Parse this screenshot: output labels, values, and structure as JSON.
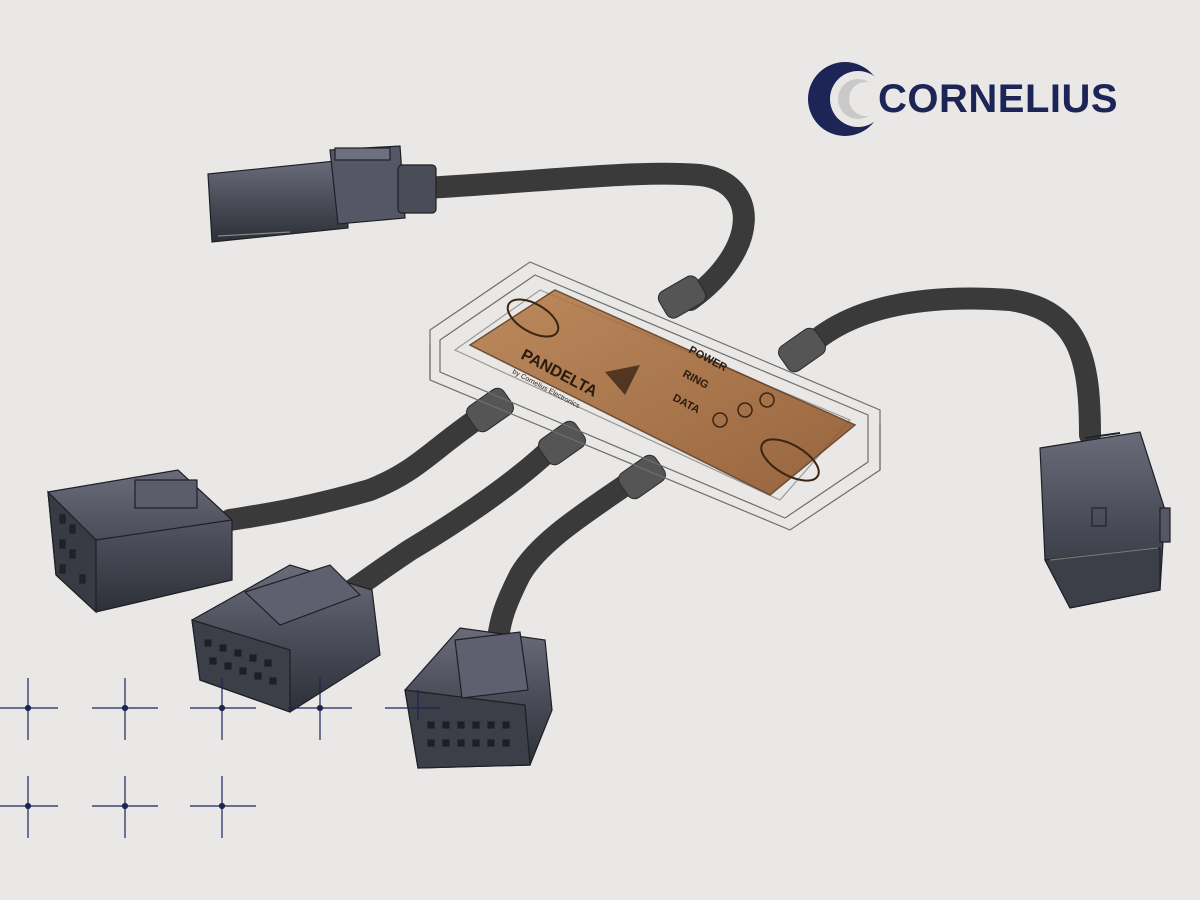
{
  "logo": {
    "brand_name": "CORNELIUS",
    "brand_color": "#1d2456",
    "mark_accent": "#c9c9c9"
  },
  "pcb_labels": {
    "maker": "PANDELTA",
    "sublabel": "by Cornelius Electronics",
    "power": "POWER",
    "ring": "RING",
    "data": "DATA"
  },
  "colors": {
    "background": "#e9e8e6",
    "connector": "#4a4c58",
    "cable": "#3a3a3a",
    "pcb": "#9a5a2a",
    "housing_outline": "#7a7a7a",
    "crosshair": "#1d2456"
  },
  "icons": [
    "crosshair-marks",
    "logo-mark-icon"
  ]
}
